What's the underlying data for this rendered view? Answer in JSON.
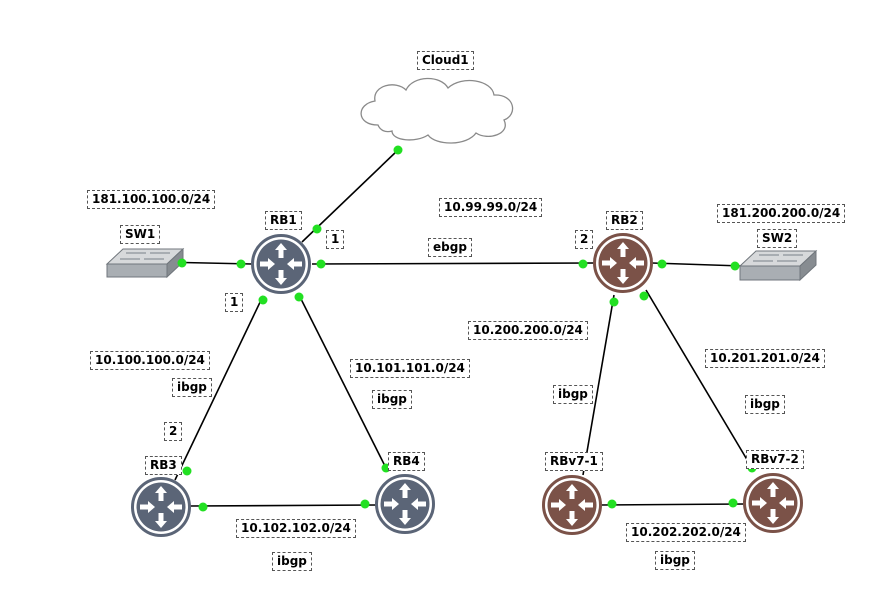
{
  "nodes": {
    "cloud1": "Cloud1",
    "sw1": "SW1",
    "sw2": "SW2",
    "rb1": "RB1",
    "rb2": "RB2",
    "rb3": "RB3",
    "rb4": "RB4",
    "rbv7_1": "RBv7-1",
    "rbv7_2": "RBv7-2"
  },
  "networks": {
    "sw1_net": "181.100.100.0/24",
    "sw2_net": "181.200.200.0/24",
    "rb1_rb2_net": "10.99.99.0/24",
    "rb1_rb3_net": "10.100.100.0/24",
    "rb1_rb4_net": "10.101.101.0/24",
    "rb3_rb4_net": "10.102.102.0/24",
    "rb2_rbv71_net": "10.200.200.0/24",
    "rb2_rbv72_net": "10.201.201.0/24",
    "rbv71_rbv72_net": "10.202.202.0/24"
  },
  "protocols": {
    "rb1_rb2": "ebgp",
    "rb1_rb3": "ibgp",
    "rb1_rb4": "ibgp",
    "rb3_rb4": "ibgp",
    "rb2_rbv71": "ibgp",
    "rb2_rbv72": "ibgp",
    "rbv71_rbv72": "ibgp"
  },
  "as_numbers": {
    "rb1_toward_rb2": "1",
    "rb1_toward_rb3": "1",
    "rb2": "2",
    "rb3": "2"
  },
  "colors": {
    "router_gray": "#5b6577",
    "router_brown": "#7b5248",
    "link_dot": "#22e022",
    "link_line": "#000000",
    "switch": "#9aa0a6"
  }
}
